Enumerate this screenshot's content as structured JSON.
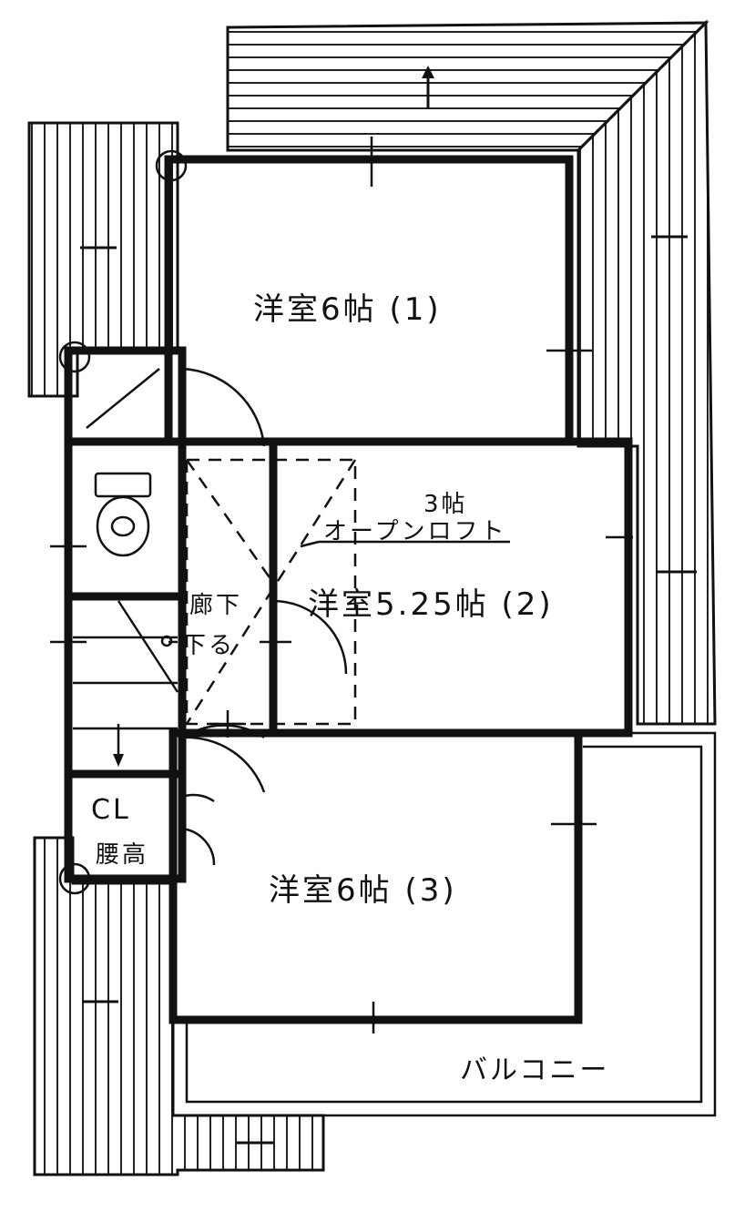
{
  "rooms": {
    "room1": "洋室6帖 (1)",
    "room2": "洋室5.25帖 (2)",
    "room3": "洋室6帖 (3)"
  },
  "loft": {
    "size": "3帖",
    "name": "オープンロフト"
  },
  "hall": {
    "name": "廊下",
    "stairs": "下る"
  },
  "closet": {
    "mark": "CL",
    "note": "腰高"
  },
  "balcony": "バルコニー"
}
